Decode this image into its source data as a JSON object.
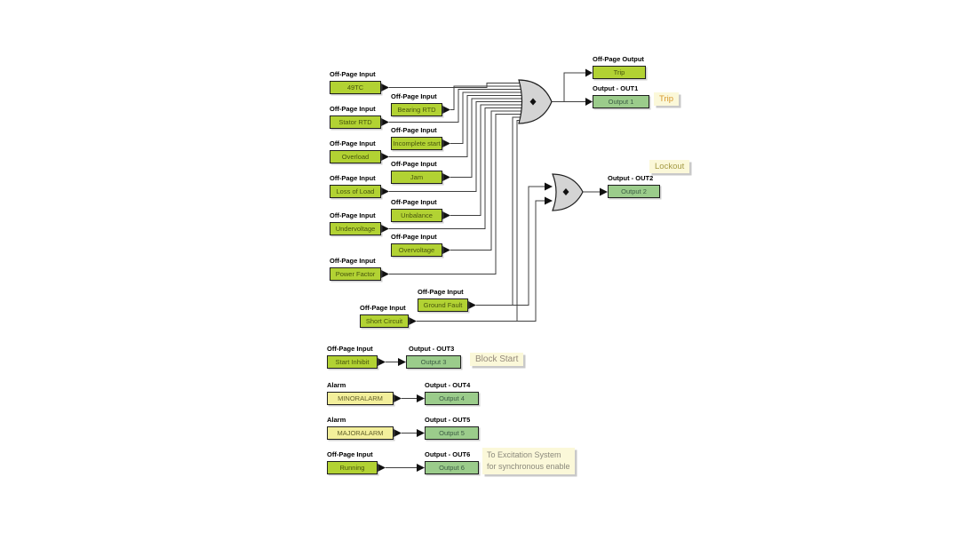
{
  "colors": {
    "offpage_block": "#b2d233",
    "output_block": "#9bcc8b",
    "alarm_block": "#f3ef9b",
    "note_bg": "#fbf8d9",
    "gate_fill": "#d4d4d4",
    "wire": "#3f3f3f",
    "trip_note_text": "#d8982e",
    "lockout_note_text": "#a59b45",
    "block_start_note_text": "#94897a",
    "excitation_note_text": "#8b897c"
  },
  "left_inputs": [
    {
      "label": "Off-Page Input",
      "text": "49TC"
    },
    {
      "label": "Off-Page Input",
      "text": "Stator RTD"
    },
    {
      "label": "Off-Page Input",
      "text": "Overload"
    },
    {
      "label": "Off-Page Input",
      "text": "Loss of Load"
    },
    {
      "label": "Off-Page Input",
      "text": "Undervoltage"
    },
    {
      "label": "Off-Page Input",
      "text": "Power Factor"
    }
  ],
  "mid_inputs": [
    {
      "label": "Off-Page Input",
      "text": "Bearing RTD"
    },
    {
      "label": "Off-Page Input",
      "text": "Incomplete start"
    },
    {
      "label": "Off-Page Input",
      "text": "Jam"
    },
    {
      "label": "Off-Page Input",
      "text": "Unbalance"
    },
    {
      "label": "Off-Page Input",
      "text": "Overvoltage"
    },
    {
      "label": "Off-Page Input",
      "text": "Ground Fault"
    },
    {
      "label": "Off-Page Input",
      "text": "Short Circuit"
    }
  ],
  "trip_outputs": {
    "offpage": {
      "label": "Off-Page Output",
      "text": "Trip"
    },
    "out1": {
      "label": "Output - OUT1",
      "text": "Output 1"
    },
    "out2": {
      "label": "Output - OUT2",
      "text": "Output 2"
    }
  },
  "bottom_rows": [
    {
      "in_label": "Off-Page Input",
      "in_text": "Start Inhibit",
      "out_label": "Output - OUT3",
      "out_text": "Output 3"
    },
    {
      "in_label": "Alarm",
      "in_text": "MINORALARM",
      "out_label": "Output - OUT4",
      "out_text": "Output 4"
    },
    {
      "in_label": "Alarm",
      "in_text": "MAJORALARM",
      "out_label": "Output - OUT5",
      "out_text": "Output 5"
    },
    {
      "in_label": "Off-Page Input",
      "in_text": "Running",
      "out_label": "Output - OUT6",
      "out_text": "Output 6"
    }
  ],
  "notes": {
    "trip": "Trip",
    "lockout": "Lockout",
    "block_start": "Block Start",
    "excitation_line1": "To Excitation System",
    "excitation_line2": "for synchronous enable"
  }
}
